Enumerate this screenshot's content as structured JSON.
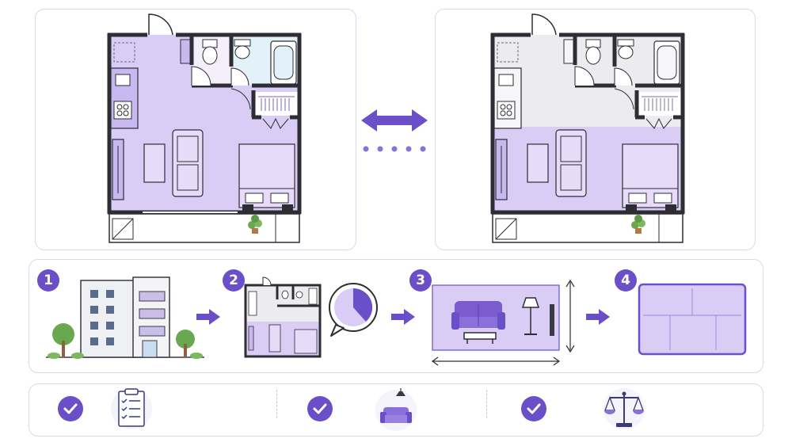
{
  "colors": {
    "accent": "#6a4fc8",
    "room_fill": "#d9cdf5",
    "room_fill_dark": "#c8b8f0",
    "wall": "#2d2d33",
    "bath_fill": "#e3f1f9",
    "grey_fill": "#ececef",
    "border": "#dcd8ee",
    "plant": "#6aa84f"
  },
  "steps": [
    {
      "number": "1",
      "icon": "apartment-building-icon"
    },
    {
      "number": "2",
      "icon": "floor-plan-pie-icon"
    },
    {
      "number": "3",
      "icon": "living-room-dimensions-icon"
    },
    {
      "number": "4",
      "icon": "zoned-area-icon"
    }
  ],
  "checks": [
    {
      "icon": "clipboard-checklist-icon"
    },
    {
      "icon": "sofa-lamp-icon"
    },
    {
      "icon": "balance-scale-icon"
    }
  ]
}
